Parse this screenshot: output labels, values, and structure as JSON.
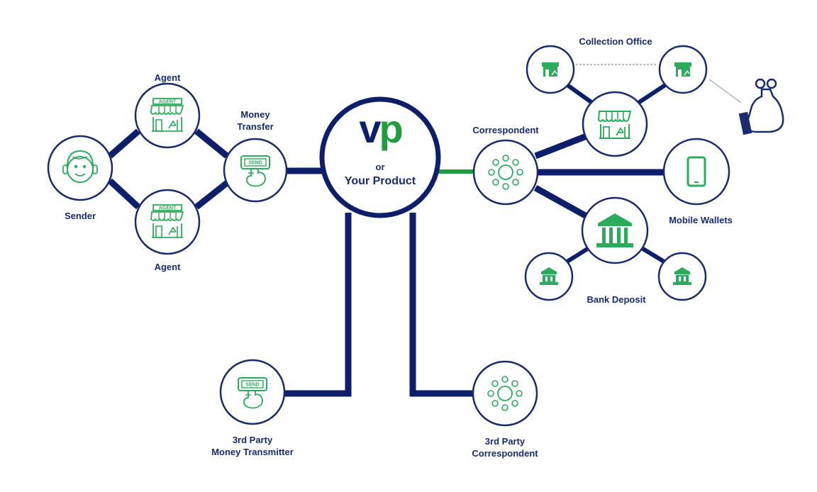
{
  "colors": {
    "navy": "#0d1f6b",
    "green": "#1e9e3c",
    "icon_green": "#2bab5c",
    "background": "#ffffff"
  },
  "center": {
    "logo_v": "v",
    "logo_p": "p",
    "or_text": "or",
    "product_text": "Your Product"
  },
  "nodes": {
    "sender": {
      "label": "Sender",
      "icon": "customer-service-person-icon"
    },
    "agent_top": {
      "label": "Agent",
      "icon": "agent-storefront-icon"
    },
    "agent_bottom": {
      "label": "Agent",
      "icon": "agent-storefront-icon"
    },
    "money_transfer": {
      "label_line1": "Money",
      "label_line2": "Transfer",
      "icon": "send-money-hand-icon"
    },
    "correspondent": {
      "label": "Correspondent",
      "icon": "people-network-ring-icon"
    },
    "collection_office": {
      "label": "Collection Office",
      "icon": "storefront-icon"
    },
    "collection_left": {
      "icon": "small-store-icon"
    },
    "collection_right": {
      "icon": "small-store-icon"
    },
    "recipient": {
      "icon": "hand-money-bag-icon"
    },
    "mobile_wallets": {
      "label": "Mobile Wallets",
      "icon": "mobile-phone-icon"
    },
    "bank_deposit": {
      "label": "Bank Deposit",
      "icon": "bank-building-icon"
    },
    "bank_left": {
      "icon": "small-bank-icon"
    },
    "bank_right": {
      "icon": "small-bank-icon"
    },
    "third_party_transmitter": {
      "label_line1": "3rd Party",
      "label_line2": "Money Transmitter",
      "icon": "send-money-hand-icon"
    },
    "third_party_correspondent": {
      "label_line1": "3rd Party",
      "label_line2": "Correspondent",
      "icon": "people-network-ring-icon"
    }
  }
}
